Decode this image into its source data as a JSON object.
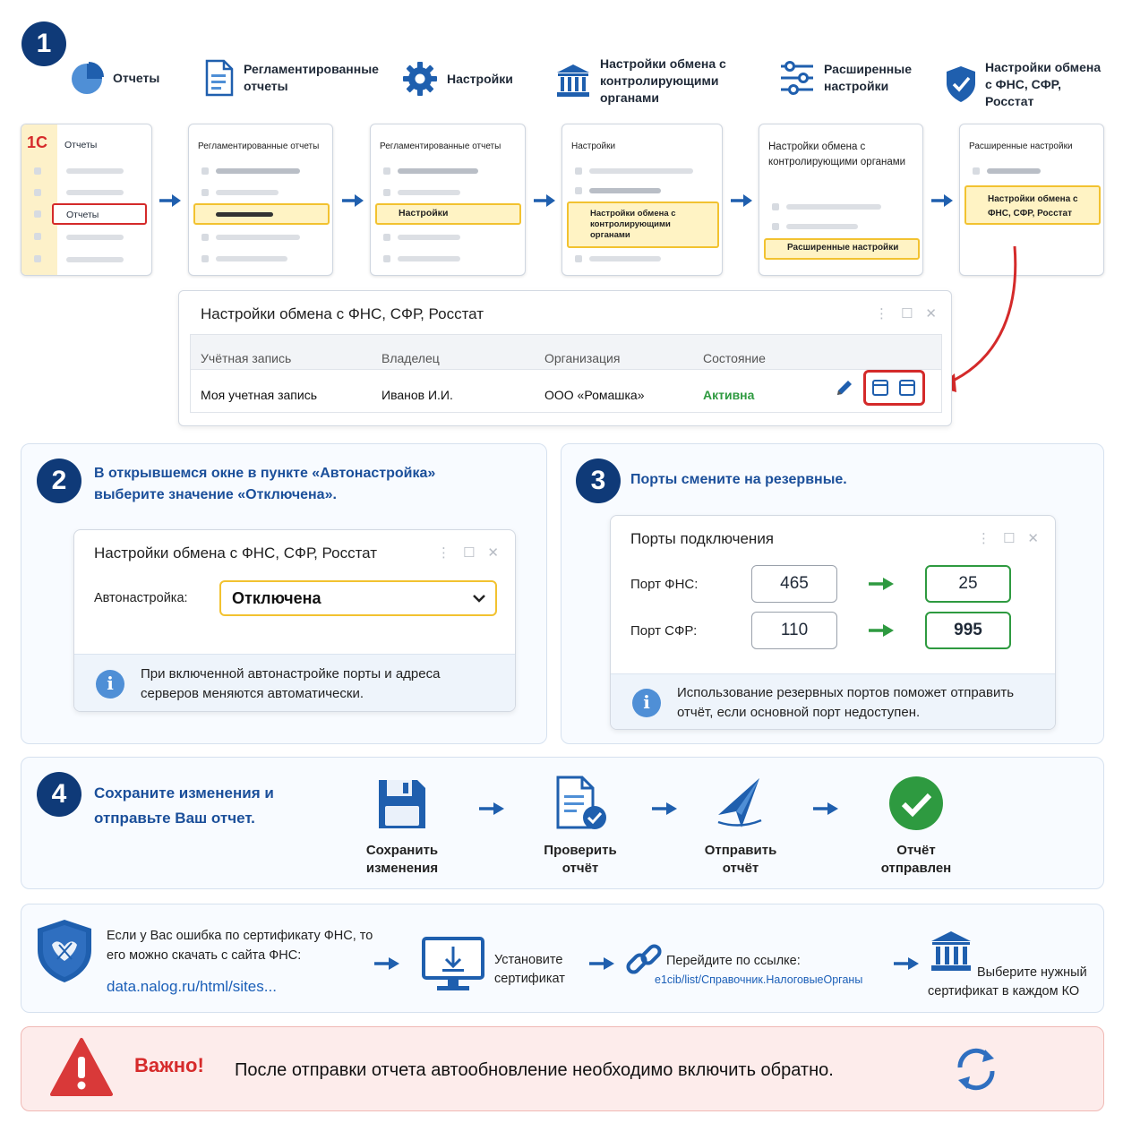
{
  "step1": {
    "number": "1",
    "nav": [
      {
        "icon": "pie-chart-icon",
        "label": "Отчеты"
      },
      {
        "icon": "document-icon",
        "label": "Регламентированные отчеты"
      },
      {
        "icon": "gear-icon",
        "label": "Настройки"
      },
      {
        "icon": "bank-icon",
        "label": "Настройки обмена с контролирующими органами"
      },
      {
        "icon": "sliders-icon",
        "label": "Расширенные настройки"
      },
      {
        "icon": "shield-check-icon",
        "label": "Настройки обмена с ФНС, СФР, Росстат"
      }
    ],
    "cards": [
      {
        "logo": "1С",
        "title": "Отчеты",
        "highlight": "Отчеты"
      },
      {
        "title": "Регламентированные отчеты",
        "highlight": ""
      },
      {
        "title": "Регламентированные отчеты",
        "highlight": "Настройки"
      },
      {
        "title": "Настройки",
        "highlight": "Настройки обмена с контролирующими органами"
      },
      {
        "title": "Настройки обмена с контролирующими органами",
        "highlight": "Расширенные настройки"
      },
      {
        "title": "Расширенные настройки",
        "highlight": "Настройки обмена с ФНС, СФР, Росстат"
      }
    ],
    "window": {
      "title": "Настройки обмена с ФНС, СФР, Росстат",
      "columns": [
        "Учётная запись",
        "Владелец",
        "Организация",
        "Состояние"
      ],
      "row": {
        "account": "Моя учетная запись",
        "owner": "Иванов И.И.",
        "org": "ООО «Ромашка»",
        "status": "Активна"
      }
    }
  },
  "step2": {
    "number": "2",
    "title": "В открывшемся окне в пункте «Автонастройка» выберите значение «Отключена».",
    "window_title": "Настройки обмена с ФНС, СФР, Росстат",
    "field_label": "Автонастройка:",
    "field_value": "Отключена",
    "info": "При включенной автонастройке порты и адреса серверов меняются автоматически."
  },
  "step3": {
    "number": "3",
    "title": "Порты смените на резервные.",
    "window_title": "Порты подключения",
    "rows": [
      {
        "label": "Порт ФНС:",
        "old": "465",
        "new": "25"
      },
      {
        "label": "Порт СФР:",
        "old": "110",
        "new": "995"
      }
    ],
    "info": "Использование резервных портов поможет отправить отчёт, если основной порт недоступен."
  },
  "step4": {
    "number": "4",
    "title": "Сохраните изменения и отправьте Ваш отчет.",
    "actions": [
      {
        "icon": "floppy-disk-icon",
        "label": "Сохранить изменения"
      },
      {
        "icon": "document-check-icon",
        "label": "Проверить отчёт"
      },
      {
        "icon": "paper-plane-icon",
        "label": "Отправить отчёт"
      },
      {
        "icon": "check-circle-icon",
        "label": "Отчёт отправлен"
      }
    ]
  },
  "certificate": {
    "text": "Если у Вас ошибка по сертификату ФНС, то его можно скачать с сайта ФНС:",
    "link": "data.nalog.ru/html/sites...",
    "install": "Установите сертификат",
    "goto_label": "Перейдите по ссылке:",
    "goto_link": "e1cib/list/Справочник.НалоговыеОрганы",
    "choose": "Выберите нужный сертификат в каждом КО"
  },
  "warning": {
    "label": "Важно!",
    "text": "После отправки отчета автообновление необходимо включить обратно."
  },
  "colors": {
    "brand": "#0f3a78",
    "accent": "#1b4f9a",
    "highlight": "#f2c230",
    "status_green": "#2e9a40",
    "danger": "#d93939",
    "redbox": "#d42a2a"
  }
}
